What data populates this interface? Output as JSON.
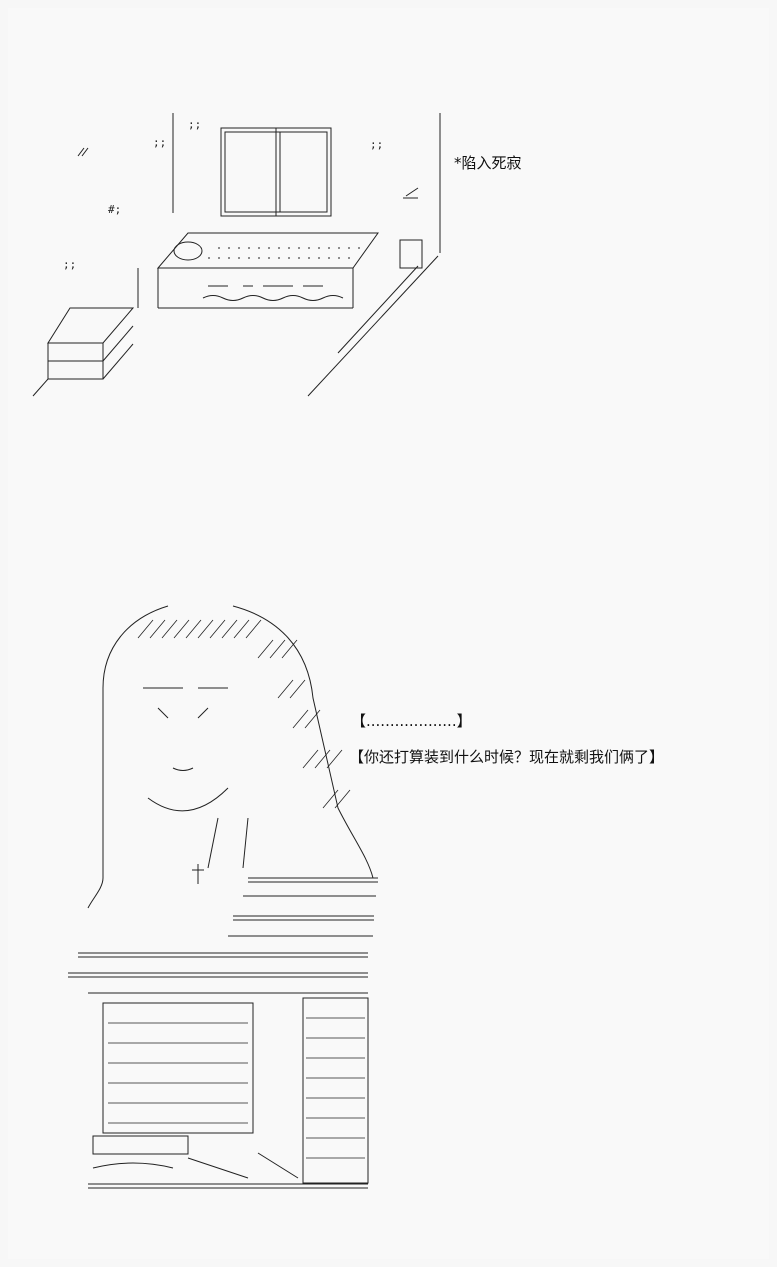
{
  "scene1": {
    "caption": "*陷入死寂",
    "room_art": "line-art room: window, desk with keyboard, boxes"
  },
  "scene2": {
    "bubble_empty": "【...................】",
    "dialogue": "【你还打算装到什么时候？现在就剩我们俩了】",
    "figure_art": "line-art seated long-haired figure wearing a cross pendant"
  },
  "colors": {
    "background": "#f9f9f9",
    "ink": "#111111"
  }
}
